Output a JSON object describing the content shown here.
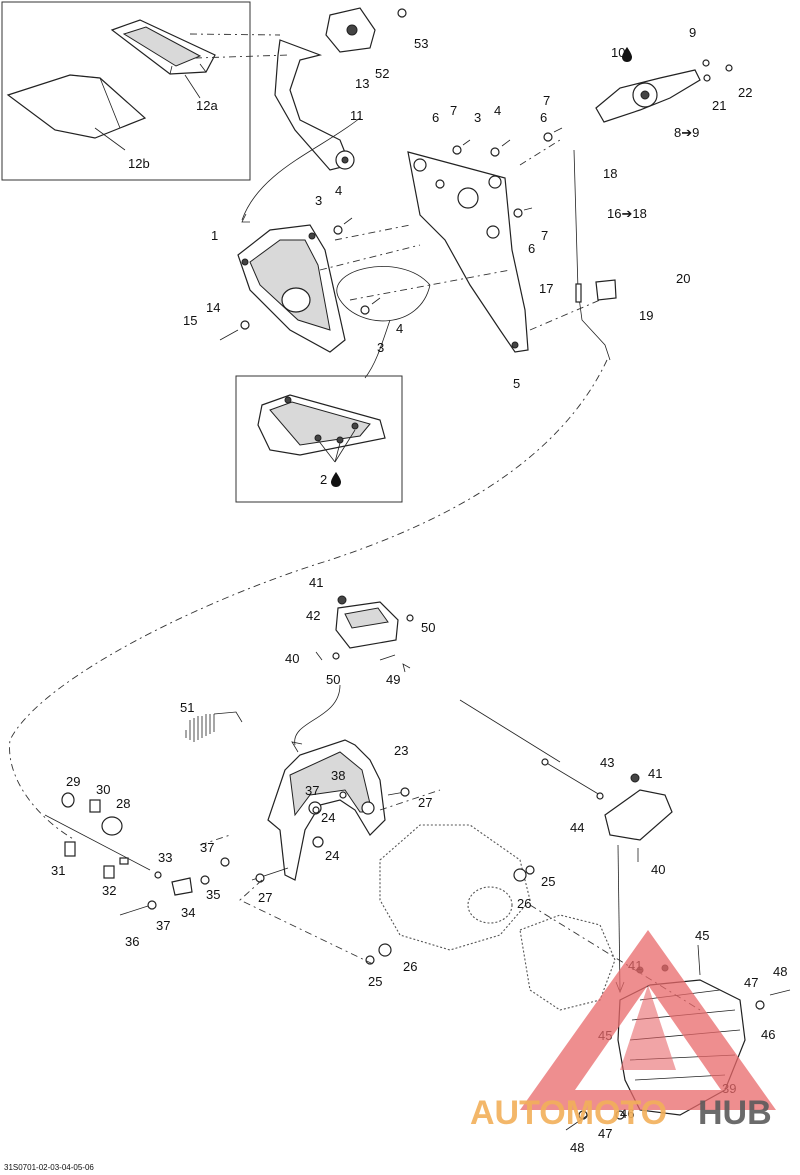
{
  "diagram": {
    "reference_code": "31S0701-02-03-04-05-06",
    "watermark": {
      "brand_left": "AUTOMOTO",
      "brand_right": "HUB",
      "colors": {
        "triangle": "#e8686a",
        "left_text": "#f2b05a",
        "right_text": "#5b5b5b"
      }
    },
    "callouts": {
      "c1": "1",
      "c2": "2",
      "c3a": "3",
      "c3b": "3",
      "c3c": "3",
      "c4a": "4",
      "c4b": "4",
      "c4c": "4",
      "c5": "5",
      "c6a": "6",
      "c6b": "6",
      "c6c": "6",
      "c7a": "7",
      "c7b": "7",
      "c7c": "7",
      "c8": "8➔9",
      "c9": "9",
      "c10": "10",
      "c11": "11",
      "c12a": "12a",
      "c12b": "12b",
      "c13": "13",
      "c14": "14",
      "c15": "15",
      "c16": "16➔18",
      "c17": "17",
      "c18": "18",
      "c19": "19",
      "c20": "20",
      "c21": "21",
      "c22": "22",
      "c23": "23",
      "c24a": "24",
      "c24b": "24",
      "c25a": "25",
      "c25b": "25",
      "c26a": "26",
      "c26b": "26",
      "c27a": "27",
      "c27b": "27",
      "c28": "28",
      "c29": "29",
      "c30": "30",
      "c31": "31",
      "c32": "32",
      "c33": "33",
      "c34": "34",
      "c35": "35",
      "c36": "36",
      "c37a": "37",
      "c37b": "37",
      "c37c": "37",
      "c38": "38",
      "c39": "39",
      "c40a": "40",
      "c40b": "40",
      "c41a": "41",
      "c41b": "41",
      "c41c": "41",
      "c42": "42",
      "c43": "43",
      "c44": "44",
      "c45a": "45",
      "c45b": "45",
      "c46a": "46",
      "c46b": "46",
      "c47a": "47",
      "c47b": "47",
      "c48a": "48",
      "c48b": "48",
      "c49": "49",
      "c50a": "50",
      "c50b": "50",
      "c51": "51",
      "c52": "52",
      "c53": "53"
    },
    "icons": [
      "drop-icon",
      "arrow-icon"
    ]
  }
}
